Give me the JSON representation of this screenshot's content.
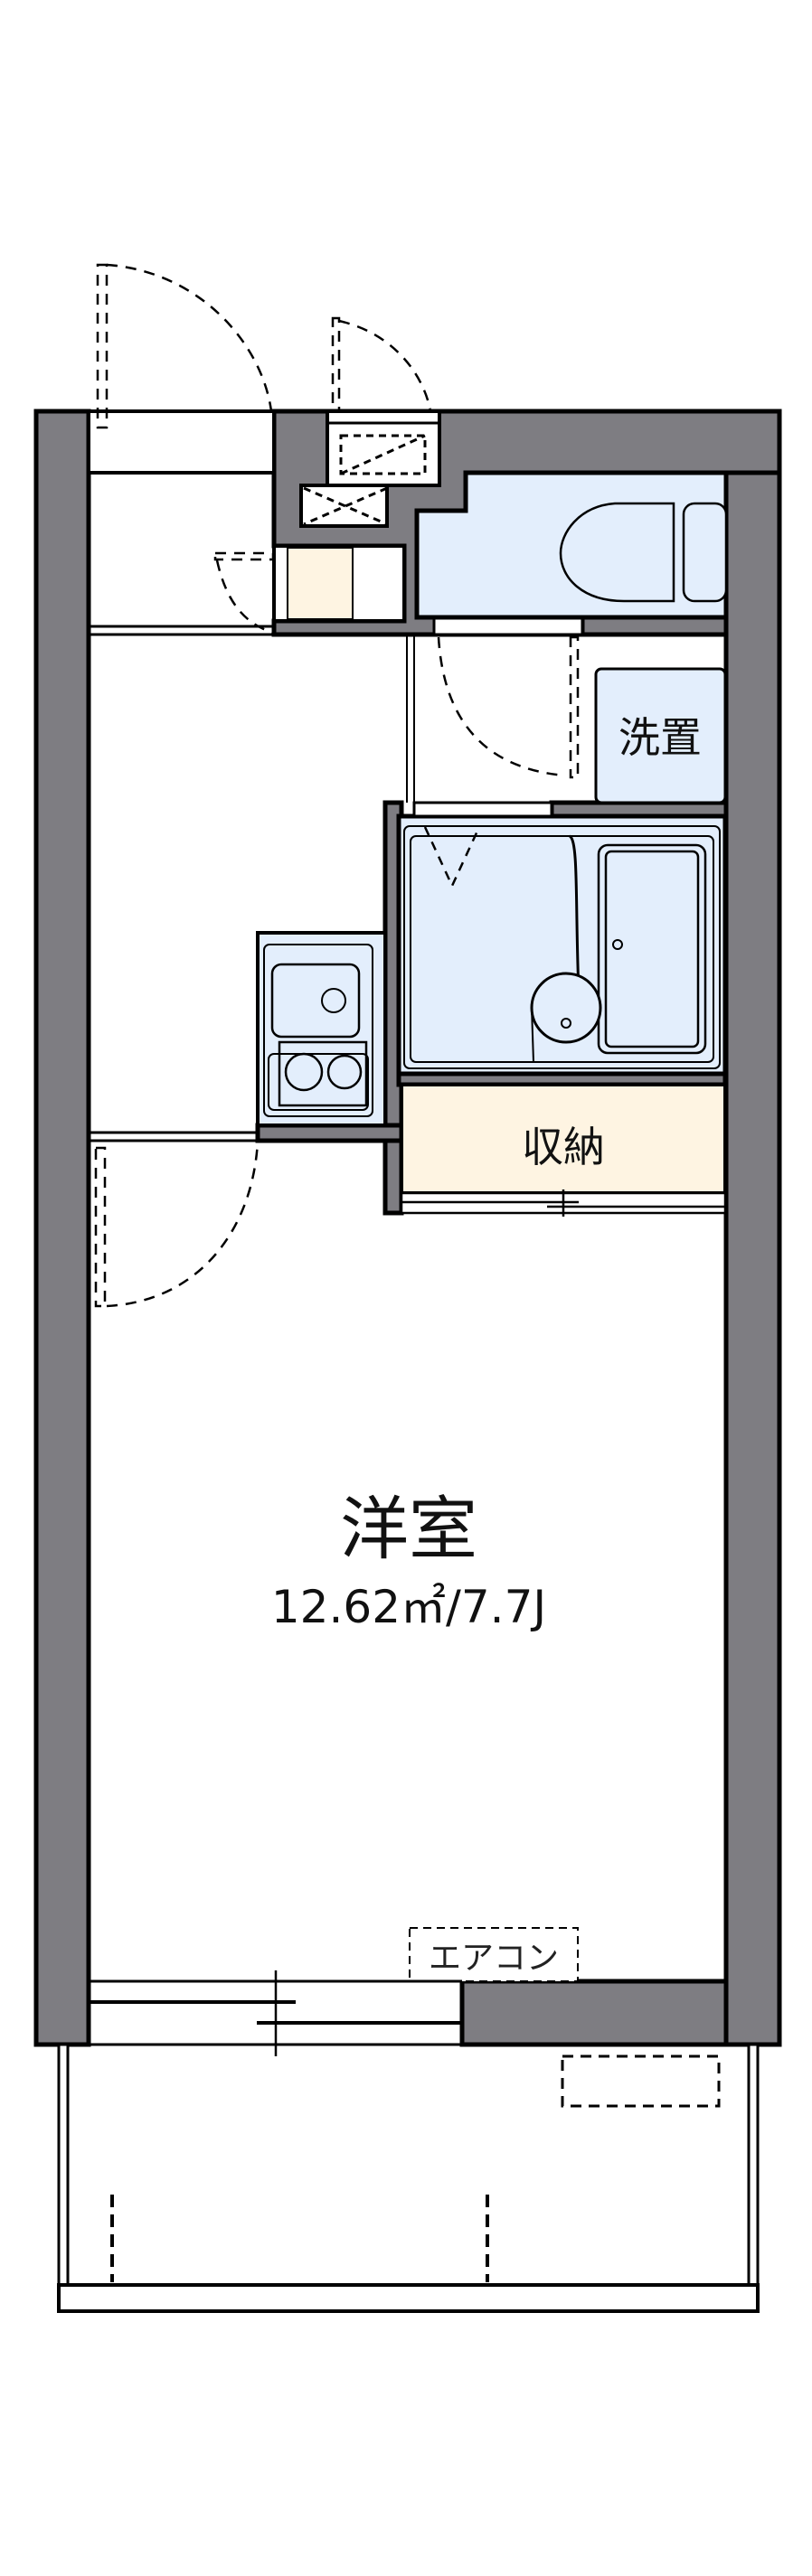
{
  "floorplan": {
    "colors": {
      "wall": "#7e7d82",
      "wet_area": "#e3eefc",
      "storage": "#fef4e2",
      "line": "#000000",
      "background": "#ffffff"
    },
    "rooms": {
      "main": {
        "name": "洋室",
        "area": "12.62㎡/7.7J"
      },
      "storage": {
        "name": "収納"
      },
      "washer": {
        "name": "洗置"
      },
      "aircon": {
        "name": "エアコン"
      }
    }
  }
}
